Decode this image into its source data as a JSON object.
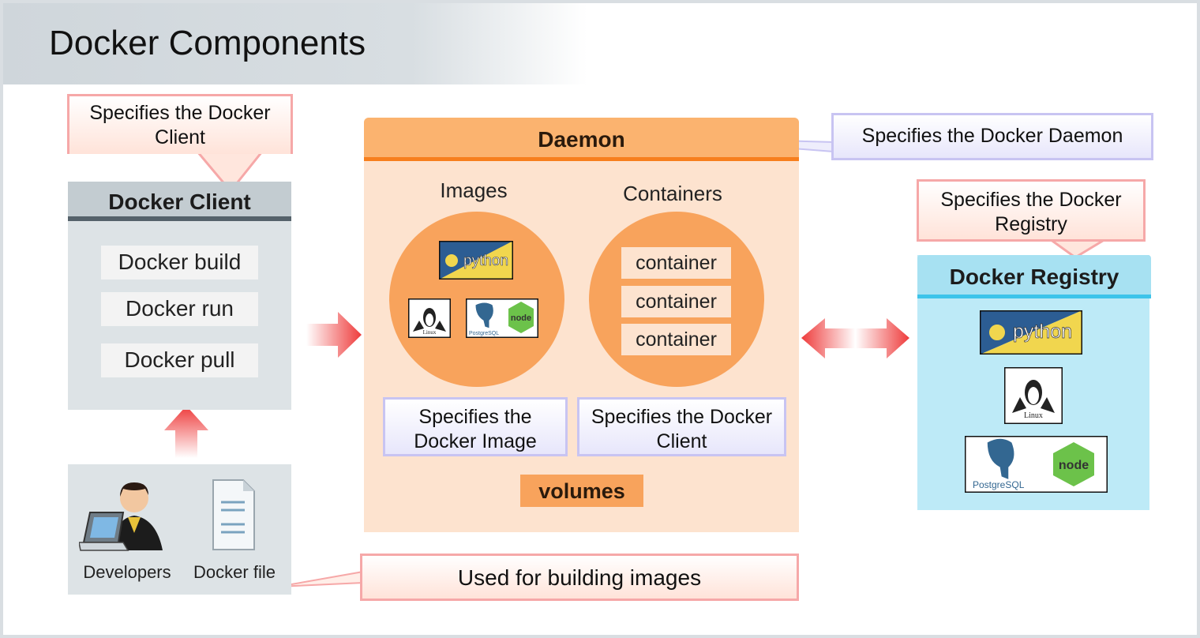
{
  "title": "Docker Components",
  "client": {
    "callout": "Specifies the Docker Client",
    "header": "Docker Client",
    "commands": [
      "Docker build",
      "Docker run",
      "Docker pull"
    ],
    "developers_label": "Developers",
    "dockerfile_label": "Docker file"
  },
  "daemon": {
    "header": "Daemon",
    "callout": "Specifies the Docker Daemon",
    "images_label": "Images",
    "containers_label": "Containers",
    "containers": [
      "container",
      "container",
      "container"
    ],
    "image_callout": "Specifies the Docker Image",
    "container_callout": "Specifies the Docker Client",
    "volumes_label": "volumes"
  },
  "registry": {
    "callout": "Specifies the Docker Registry",
    "header": "Docker Registry"
  },
  "building_callout": "Used for building images",
  "logos": {
    "python": "python",
    "linux": "Linux",
    "postgres": "PostgreSQL",
    "node": "node"
  },
  "colors": {
    "daemon_orange": "#f8a35c",
    "daemon_header": "#fbb36f",
    "daemon_bg": "#fde3cf",
    "client_bg": "#dde3e6",
    "client_header": "#c3ccd1",
    "registry_bg": "#bdeaf7",
    "registry_header": "#a7e1f2",
    "arrow_red": "#ee4444"
  }
}
